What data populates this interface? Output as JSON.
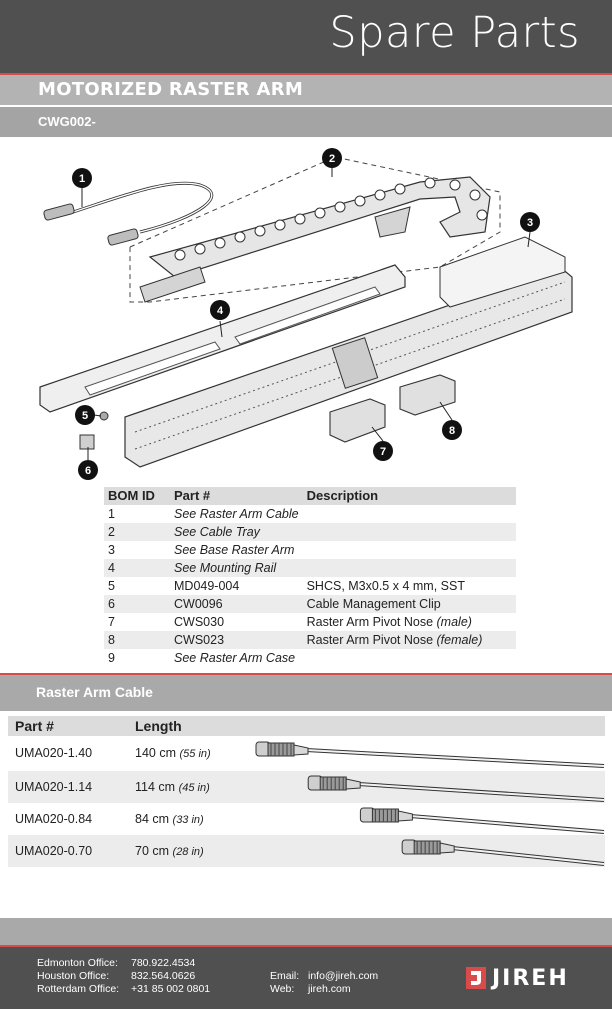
{
  "header": {
    "title": "Spare Parts",
    "subtitle": "MOTORIZED RASTER ARM",
    "code": "CWG002-"
  },
  "diagram": {
    "callouts": [
      "1",
      "2",
      "3",
      "4",
      "5",
      "6",
      "7",
      "8"
    ]
  },
  "bom": {
    "headers": [
      "BOM ID",
      "Part #",
      "Description"
    ],
    "rows": [
      {
        "id": "1",
        "part": "See Raster Arm Cable",
        "desc": "",
        "desc_note": ""
      },
      {
        "id": "2",
        "part": "See Cable Tray",
        "desc": "",
        "desc_note": ""
      },
      {
        "id": "3",
        "part": "See Base Raster Arm",
        "desc": "",
        "desc_note": ""
      },
      {
        "id": "4",
        "part": "See Mounting Rail",
        "desc": "",
        "desc_note": ""
      },
      {
        "id": "5",
        "part": "MD049-004",
        "desc": "SHCS, M3x0.5 x 4 mm, SST",
        "desc_note": ""
      },
      {
        "id": "6",
        "part": "CW0096",
        "desc": "Cable Management Clip",
        "desc_note": ""
      },
      {
        "id": "7",
        "part": "CWS030",
        "desc": "Raster Arm Pivot Nose",
        "desc_note": "(male)"
      },
      {
        "id": "8",
        "part": "CWS023",
        "desc": "Raster Arm Pivot Nose",
        "desc_note": "(female)"
      },
      {
        "id": "9",
        "part": "See Raster Arm Case",
        "desc": "",
        "desc_note": ""
      }
    ]
  },
  "cable_section": {
    "title": "Raster Arm Cable",
    "headers": [
      "Part #",
      "Length"
    ],
    "rows": [
      {
        "part": "UMA020-1.40",
        "length": "140 cm",
        "inches": "(55 in)",
        "fraction": 1.0
      },
      {
        "part": "UMA020-1.14",
        "length": "114 cm",
        "inches": "(45 in)",
        "fraction": 0.85
      },
      {
        "part": "UMA020-0.84",
        "length": "84 cm",
        "inches": "(33 in)",
        "fraction": 0.7
      },
      {
        "part": "UMA020-0.70",
        "length": "70 cm",
        "inches": "(28 in)",
        "fraction": 0.58
      }
    ]
  },
  "footer": {
    "offices": [
      {
        "name": "Edmonton Office:",
        "phone": "780.922.4534"
      },
      {
        "name": "Houston Office:",
        "phone": "832.564.0626"
      },
      {
        "name": "Rotterdam Office:",
        "phone": "+31 85 002 0801"
      }
    ],
    "email_label": "Email:",
    "email": "info@jireh.com",
    "web_label": "Web:",
    "web": "jireh.com",
    "logo_text": "JIREH"
  },
  "colors": {
    "dark": "#505050",
    "accent": "#d94a4a",
    "mid": "#a9a9a9"
  }
}
